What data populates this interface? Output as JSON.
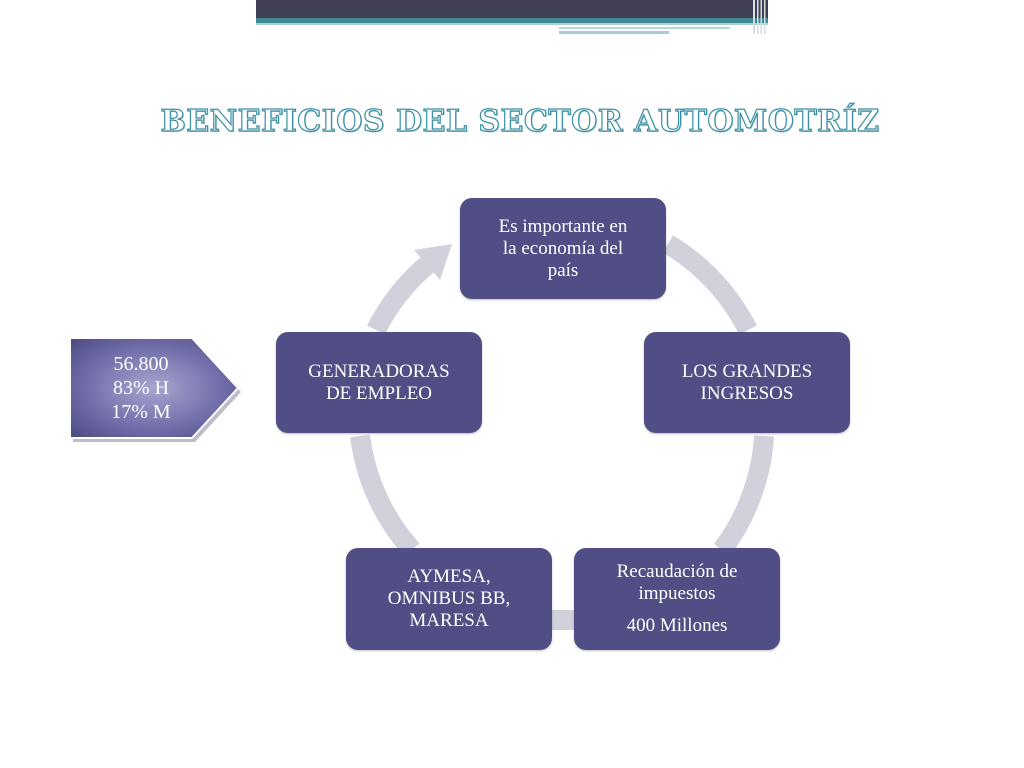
{
  "title": "BENEFICIOS DEL SECTOR AUTOMOTRÍZ",
  "colors": {
    "node_fill": "#514e85",
    "arrow": "#d1d1dc",
    "header_dark": "#413f55",
    "header_teal": "#3d8a93",
    "title_outline": "#3b8fa3"
  },
  "cycle": {
    "nodes": [
      {
        "lines": [
          "Es importante en",
          "la economía del",
          "país"
        ],
        "extra": ""
      },
      {
        "lines": [
          "LOS GRANDES",
          "INGRESOS"
        ],
        "extra": ""
      },
      {
        "lines": [
          "Recaudación de",
          "impuestos"
        ],
        "extra": "400 Millones"
      },
      {
        "lines": [
          "AYMESA,",
          "OMNIBUS BB,",
          "MARESA"
        ],
        "extra": ""
      },
      {
        "lines": [
          "GENERADORAS",
          "DE EMPLEO"
        ],
        "extra": ""
      }
    ]
  },
  "callout": {
    "lines": [
      "56.800",
      "83% H",
      "17% M"
    ]
  }
}
